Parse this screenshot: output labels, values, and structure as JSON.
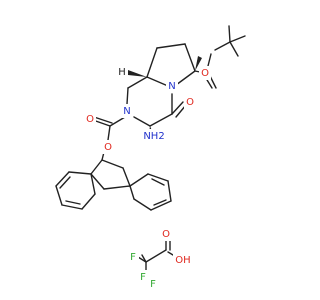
{
  "molecule": {
    "atoms": {
      "carbonyl_oxygen": "O",
      "ester_oxygen": "O",
      "carbamate_oxygen": "O",
      "fmoc_oxygen": "O",
      "tfa_carbonyl_oxygen": "O",
      "pyrrolidine_nitrogen": "N",
      "ring_nitrogen": "N",
      "amino_label": "NH2",
      "stereo_h": "H",
      "tfa_oh": "OH",
      "fluorine_1": "F",
      "fluorine_2": "F",
      "fluorine_3": "F"
    },
    "colors": {
      "bond": "#222222",
      "oxygen": "#e0281f",
      "nitrogen": "#2233cc",
      "fluorine": "#33aa33",
      "hydrogen": "#222222"
    }
  }
}
